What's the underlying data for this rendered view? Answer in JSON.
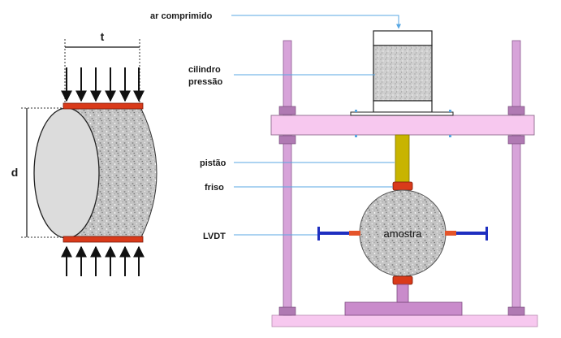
{
  "specimen_view": {
    "thickness_label": "t",
    "diameter_label": "d"
  },
  "apparatus": {
    "labels": {
      "compressed_air": "ar comprimido",
      "cylinder_line1": "cilindro",
      "cylinder_line2": "pressão",
      "piston": "pistão",
      "strip": "friso",
      "lvdt": "LVDT",
      "sample": "amostra"
    }
  },
  "colors": {
    "strip_red": "#d93a1a",
    "frame_pink": "#f7c8ef",
    "rod_violet": "#d7a3d9",
    "piston_yellow": "#c8b400",
    "lvdt_blue": "#1e2fc0",
    "leader_blue": "#58a7e3",
    "texture_gray": "#bdbdbd"
  }
}
